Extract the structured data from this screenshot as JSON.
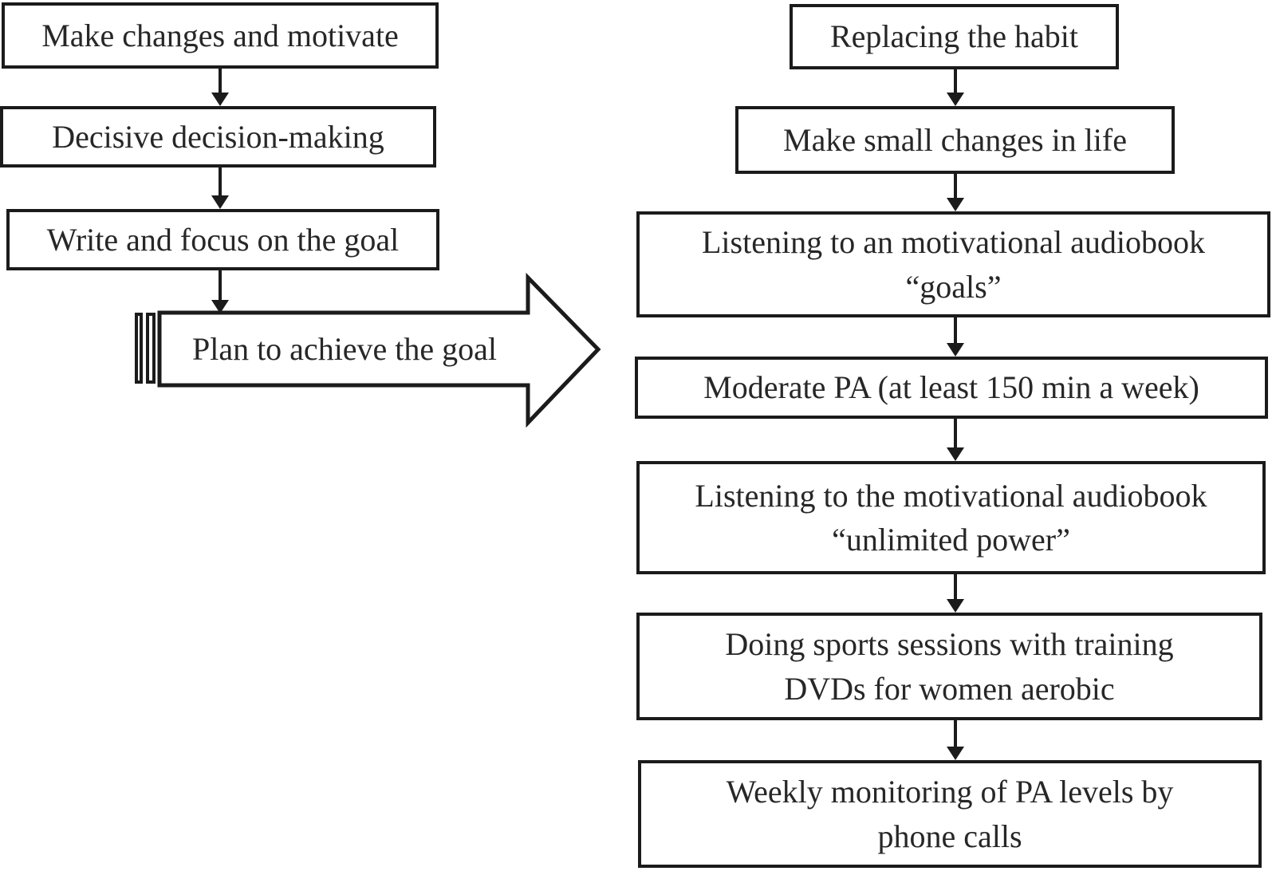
{
  "diagram": {
    "colors": {
      "ink": "#1b1b1b",
      "text": "#272727",
      "paper": "#ffffff"
    },
    "left_flow": {
      "boxes": [
        {
          "lines": [
            "Make changes and motivate"
          ]
        },
        {
          "lines": [
            "Decisive decision-making"
          ]
        },
        {
          "lines": [
            "Write and focus on the goal"
          ]
        }
      ],
      "arrow_shape_label": "Plan to achieve the goal"
    },
    "right_flow": {
      "boxes": [
        {
          "lines": [
            "Replacing the habit"
          ]
        },
        {
          "lines": [
            "Make small changes in life"
          ]
        },
        {
          "lines": [
            "Listening to an motivational audiobook",
            "“goals”"
          ]
        },
        {
          "lines": [
            "Moderate PA (at least 150 min a week)"
          ]
        },
        {
          "lines": [
            "Listening to the motivational audiobook",
            "“unlimited power”"
          ]
        },
        {
          "lines": [
            "Doing sports sessions with training",
            "DVDs for women aerobic"
          ]
        },
        {
          "lines": [
            "Weekly monitoring of PA levels by",
            "phone calls"
          ]
        }
      ]
    }
  }
}
